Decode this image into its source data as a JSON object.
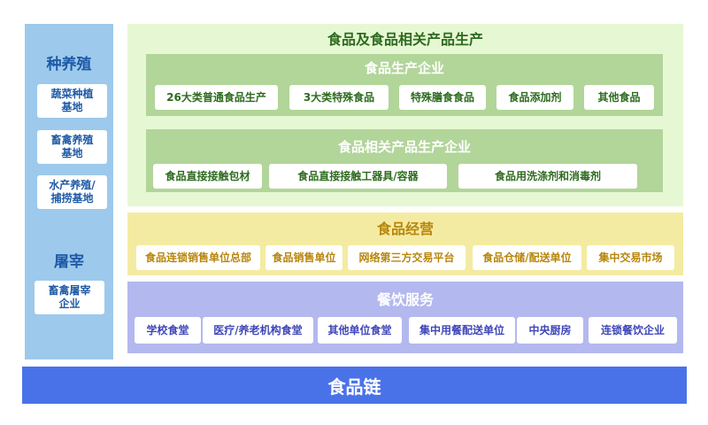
{
  "left": {
    "planting_title": "种养殖",
    "planting_items": [
      "蔬菜种植\n基地",
      "畜禽养殖\n基地",
      "水产养殖/\n捕捞基地"
    ],
    "slaughter_title": "屠宰",
    "slaughter_items": [
      "畜禽屠宰\n企业"
    ]
  },
  "production": {
    "title": "食品及食品相关产品生产",
    "food_enterprise": {
      "title": "食品生产企业",
      "items": [
        "26大类普通食品生产",
        "3大类特殊食品",
        "特殊膳食食品",
        "食品添加剂",
        "其他食品"
      ]
    },
    "related_enterprise": {
      "title": "食品相关产品生产企业",
      "items": [
        "食品直接接触包材",
        "食品直接接触工器具/容器",
        "食品用洗涤剂和消毒剂"
      ]
    }
  },
  "operation": {
    "title": "食品经营",
    "items": [
      "食品连锁销售单位总部",
      "食品销售单位",
      "网络第三方交易平台",
      "食品仓储/配送单位",
      "集中交易市场"
    ]
  },
  "catering": {
    "title": "餐饮服务",
    "items": [
      "学校食堂",
      "医疗/养老机构食堂",
      "其他单位食堂",
      "集中用餐配送单位",
      "中央厨房",
      "连锁餐饮企业"
    ]
  },
  "footer": {
    "label": "食品链"
  }
}
